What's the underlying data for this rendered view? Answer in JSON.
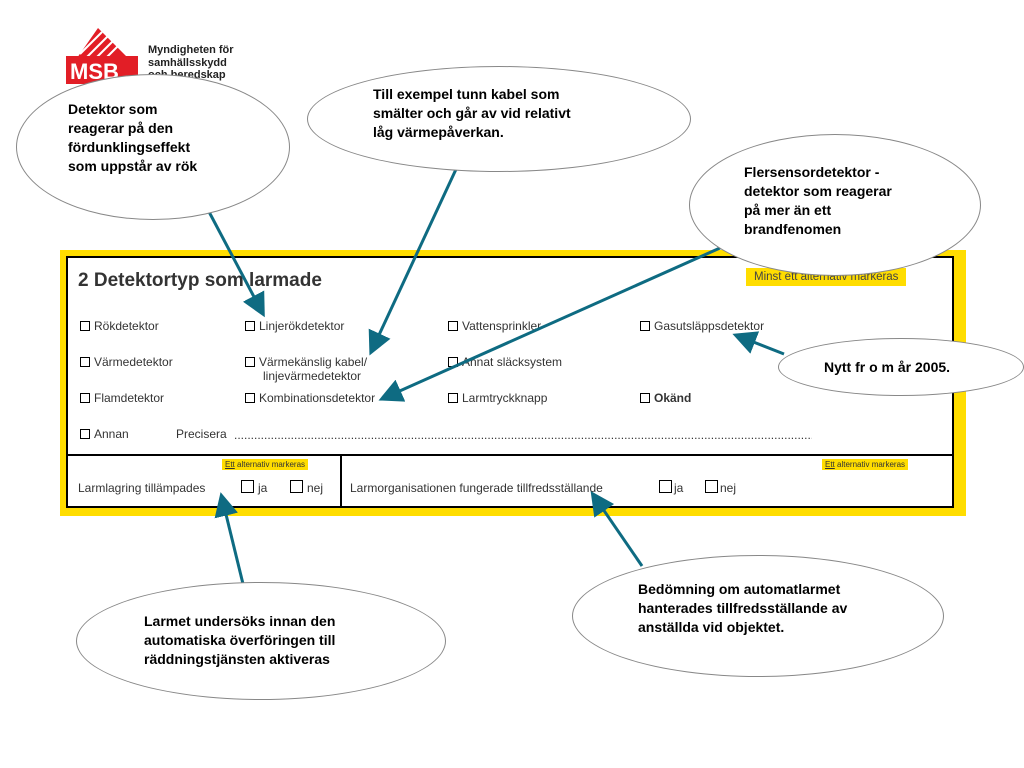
{
  "logo": {
    "mark": "MSB",
    "lines": [
      "Myndigheten för",
      "samhällsskydd",
      "och beredskap"
    ]
  },
  "form": {
    "title": "2 Detektortyp som larmade",
    "note_min": "Minst ett alternativ markeras",
    "options": [
      "Rökdetektor",
      "Linjerökdetektor",
      "Vattensprinkler",
      "Gasutsläppsdetektor",
      "Värmedetektor",
      "Värmekänslig kabel/",
      "linjevärmedetektor",
      "Annat släcksystem",
      "Flamdetektor",
      "Kombinationsdetektor",
      "Larmtryckknapp",
      "Okänd",
      "Annan"
    ],
    "precisera_label": "Precisera",
    "precisera_dots": "..............................................................................................................................................................................................",
    "note_one_prefix": "Ett",
    "note_one_suffix": " alternativ markeras",
    "larmlagring_label": "Larmlagring tillämpades",
    "larmorg_label": "Larmorganisationen fungerade tillfredsställande",
    "ja": "ja",
    "nej": "nej"
  },
  "callouts": {
    "smoke": [
      "Detektor som",
      "reagerar på den",
      "fördunklingseffekt",
      "som uppstår av rök"
    ],
    "cable": [
      "Till exempel tunn kabel som",
      "smälter och går av vid relativt",
      "låg värmepåverkan."
    ],
    "multi": [
      "Flersensordetektor -",
      "detektor som reagerar",
      "på mer än ett",
      "brandfenomen"
    ],
    "new": "Nytt fr o m år 2005.",
    "check": [
      "Larmet undersöks innan den",
      "automatiska överföringen till",
      "räddningstjänsten aktiveras"
    ],
    "assess": [
      "Bedömning om automatlarmet",
      "hanterades tillfredsställande av",
      "anställda vid objektet."
    ]
  },
  "colors": {
    "form_frame": "#ffdd00",
    "arrow": "#0e6b82",
    "logo_red": "#e21e26"
  }
}
